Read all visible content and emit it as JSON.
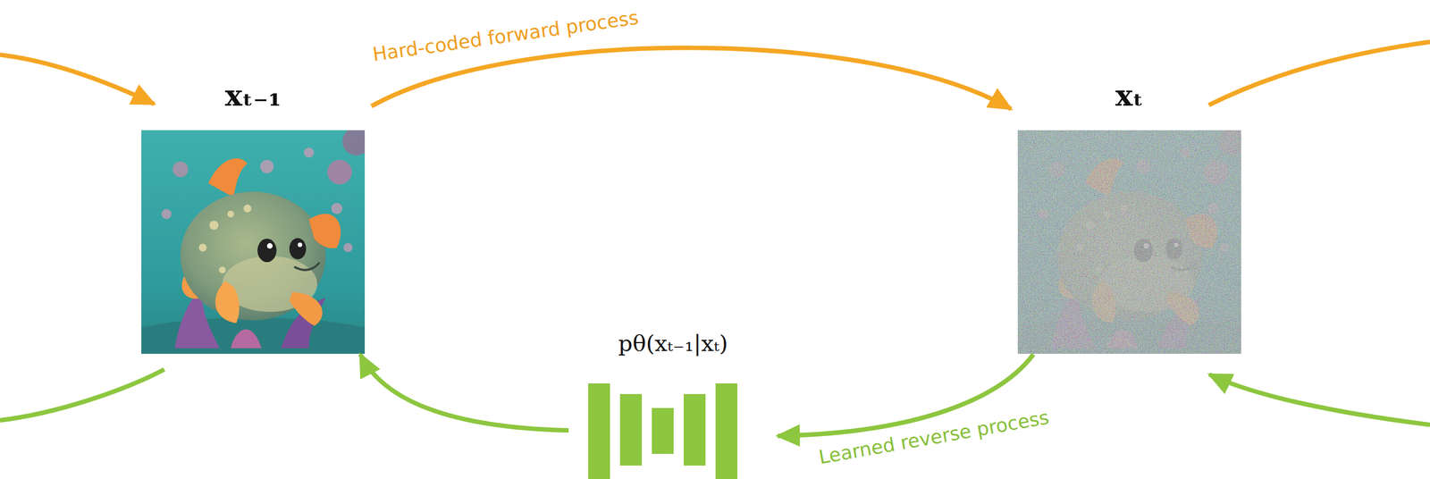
{
  "diagram": {
    "nodes": [
      {
        "text": [
          "xₜ₋₁"
        ]
      },
      {
        "text": [
          "xₜ"
        ]
      },
      {
        "text": [
          "pθ(xₜ₋₁|xₜ)"
        ]
      }
    ],
    "edges": [
      {
        "from": 0,
        "to": 1,
        "arrow": "to",
        "label": "Hard-coded forward process"
      },
      {
        "from": 1,
        "to": 2,
        "arrow": "to",
        "label": "Learned reverse process"
      },
      {
        "from": 2,
        "to": 0,
        "arrow": "to"
      }
    ]
  }
}
